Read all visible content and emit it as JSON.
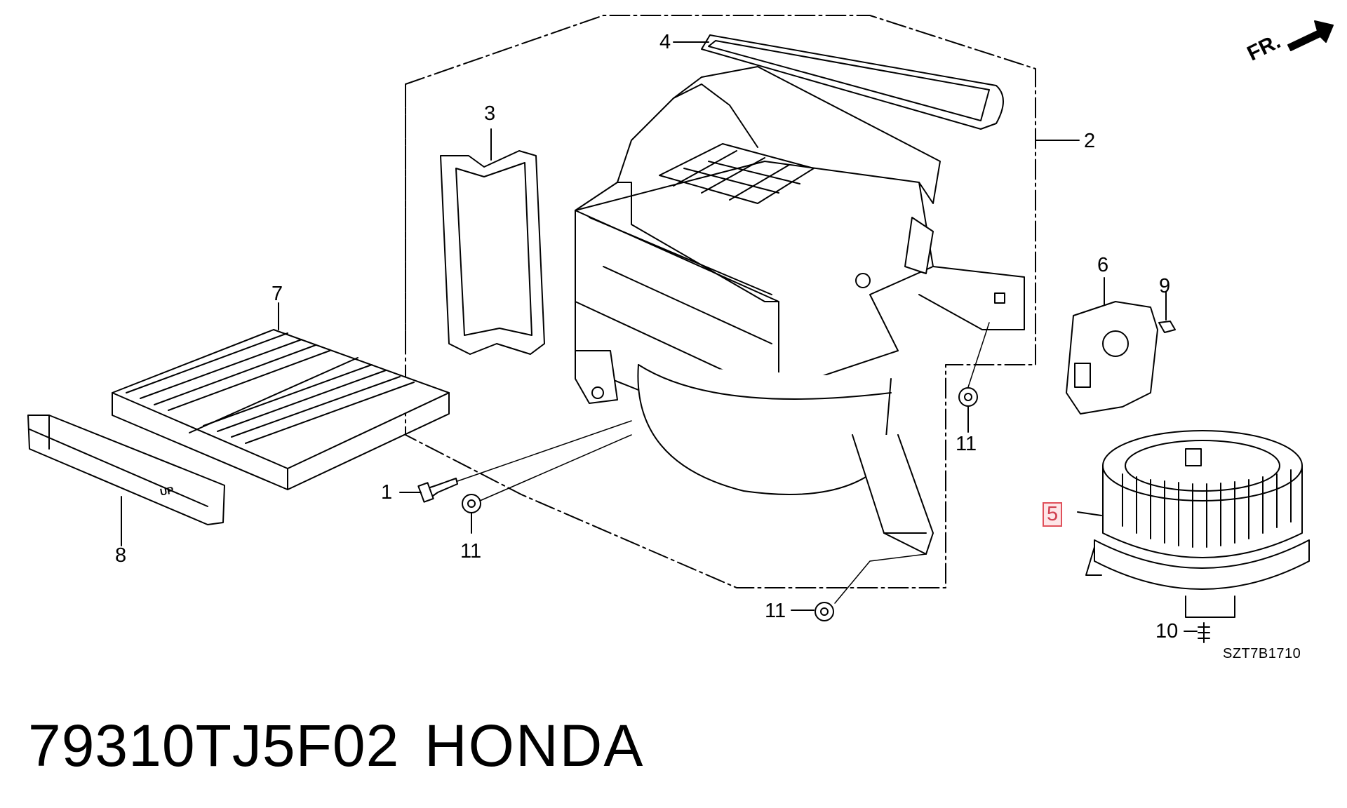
{
  "callouts": [
    {
      "id": "1",
      "text": "1"
    },
    {
      "id": "2",
      "text": "2"
    },
    {
      "id": "3",
      "text": "3"
    },
    {
      "id": "4",
      "text": "4"
    },
    {
      "id": "5",
      "text": "5"
    },
    {
      "id": "6",
      "text": "6"
    },
    {
      "id": "7",
      "text": "7"
    },
    {
      "id": "8",
      "text": "8"
    },
    {
      "id": "9",
      "text": "9"
    },
    {
      "id": "10",
      "text": "10"
    },
    {
      "id": "11a",
      "text": "11"
    },
    {
      "id": "11b",
      "text": "11"
    },
    {
      "id": "11c",
      "text": "11"
    }
  ],
  "highlighted_callout": "5",
  "highlight_color": "#e0505a",
  "direction_label": "FR.",
  "diagram_code": "SZT7B1710",
  "filter_label": "UP",
  "part_number": "79310TJ5F02",
  "brand": "HONDA"
}
